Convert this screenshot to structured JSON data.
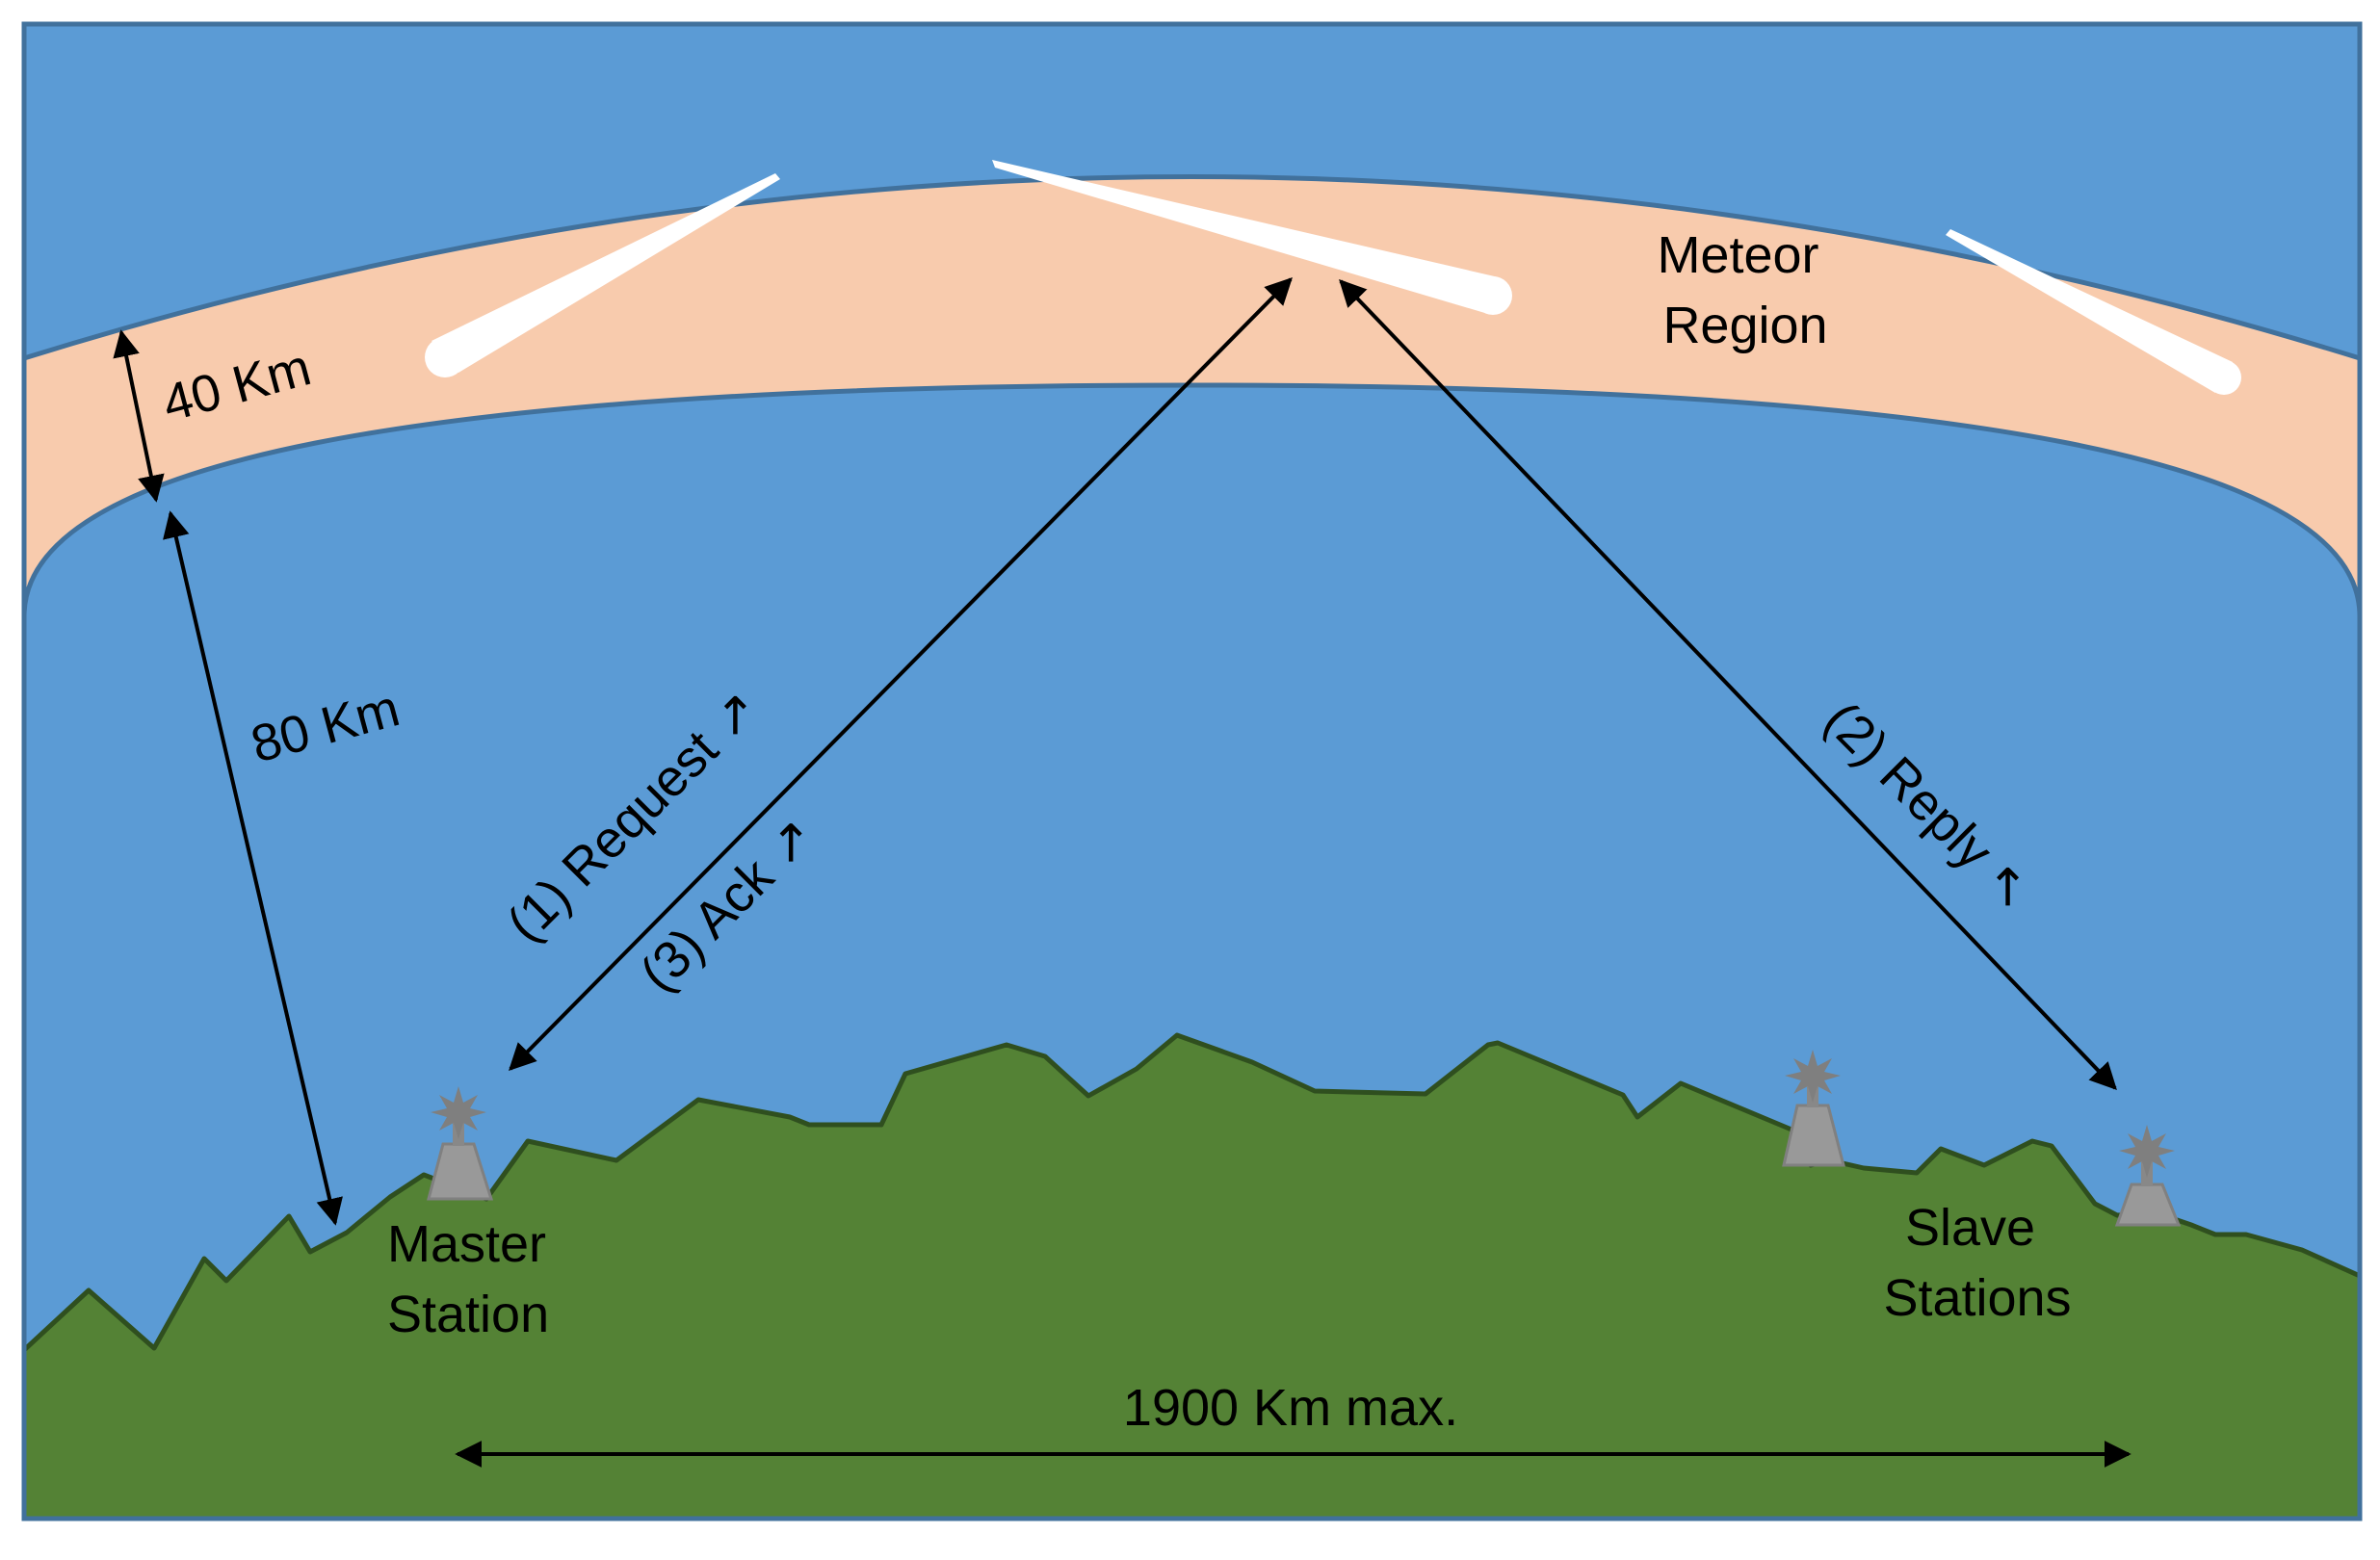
{
  "labels": {
    "meteor_region": [
      "Meteor",
      "Region"
    ],
    "band_thickness": "40 Km",
    "altitude": "80 Km",
    "request": "(1) Request ↗",
    "ack": "(3) Ack ↗",
    "reply": "(2) Reply ↖",
    "master_station": [
      "Master",
      "Station"
    ],
    "slave_stations": [
      "Slave",
      "Stations"
    ],
    "max_distance": "1900 Km max."
  },
  "colors": {
    "sky": "#5b9bd5",
    "frame": "#41719c",
    "meteor_band": "#f8cbad",
    "ground": "#548235",
    "ground_outline": "#2f4f1f",
    "station": "#999999",
    "meteor_trail": "#ffffff",
    "arrows": "#000000"
  },
  "icons": {
    "station": "radio-tower-icon",
    "meteor": "meteor-trail-icon"
  }
}
